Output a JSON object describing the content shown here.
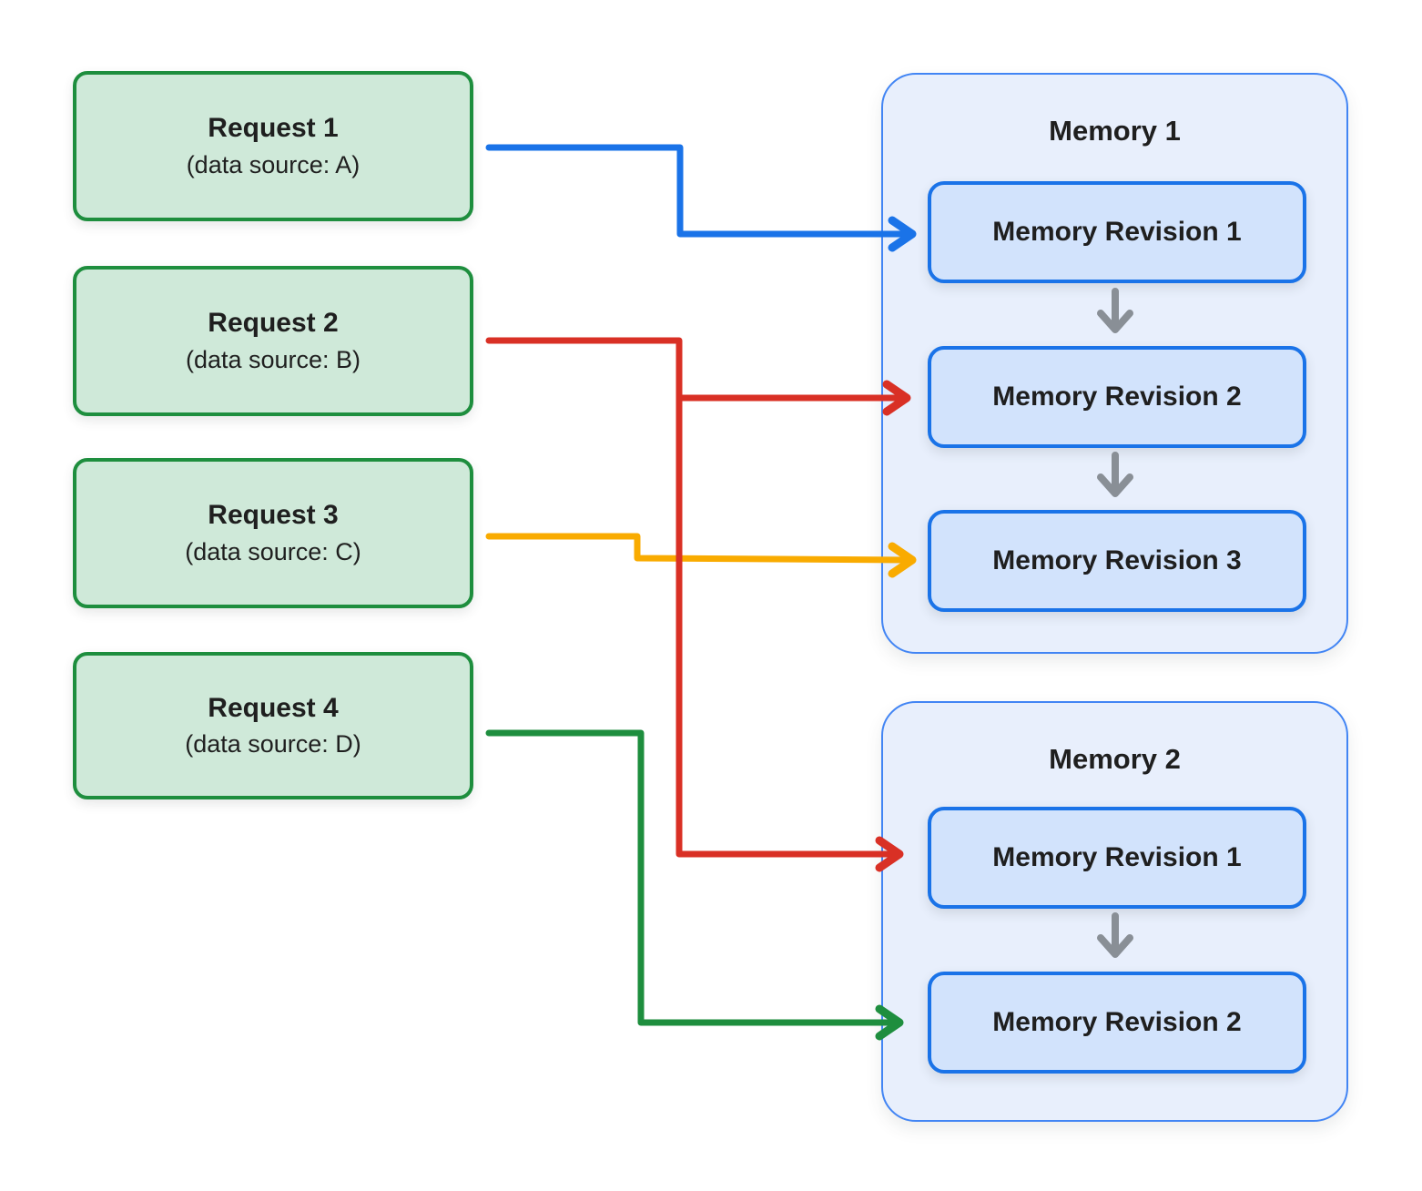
{
  "requests": [
    {
      "title": "Request 1",
      "subtitle": "(data source: A)"
    },
    {
      "title": "Request 2",
      "subtitle": "(data source: B)"
    },
    {
      "title": "Request 3",
      "subtitle": "(data source: C)"
    },
    {
      "title": "Request 4",
      "subtitle": "(data source: D)"
    }
  ],
  "memories": [
    {
      "title": "Memory 1",
      "revisions": [
        "Memory Revision 1",
        "Memory Revision 2",
        "Memory Revision 3"
      ]
    },
    {
      "title": "Memory 2",
      "revisions": [
        "Memory Revision 1",
        "Memory Revision 2"
      ]
    }
  ],
  "connections": [
    {
      "from": "Request 1",
      "to": "Memory 1 / Memory Revision 1",
      "color": "#1a73e8"
    },
    {
      "from": "Request 2",
      "to": "Memory 1 / Memory Revision 2",
      "color": "#d93025"
    },
    {
      "from": "Request 2",
      "to": "Memory 2 / Memory Revision 1",
      "color": "#d93025"
    },
    {
      "from": "Request 3",
      "to": "Memory 1 / Memory Revision 3",
      "color": "#f9ab00"
    },
    {
      "from": "Request 4",
      "to": "Memory 2 / Memory Revision 2",
      "color": "#1e8e3e"
    }
  ],
  "colors": {
    "request_fill": "#cfe9d9",
    "request_border": "#1e8e3e",
    "memory_fill": "#e8effc",
    "memory_border": "#4285f4",
    "revision_fill": "#d2e3fc",
    "revision_border": "#1a73e8",
    "flow_arrow": "#898f96",
    "text": "#1f1f1f",
    "background": "#ffffff"
  }
}
